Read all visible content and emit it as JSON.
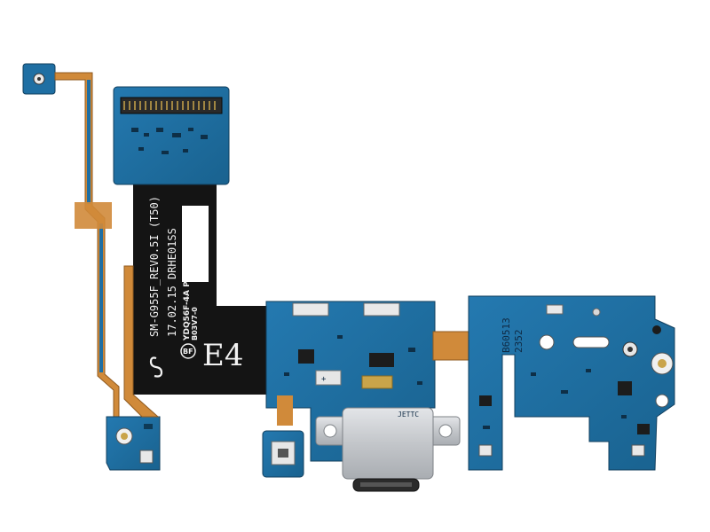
{
  "photo": {
    "subject": "Samsung Galaxy S8+ charging port flex cable board",
    "colors": {
      "background": "#ffffff",
      "pcb": "#1f6fa3",
      "pcb_dark": "#155a86",
      "flex_black": "#141414",
      "flex_copper": "#d08a3a",
      "metal": "#c8cbcf",
      "connector_gold": "#c9a44a",
      "silkscreen": "#f2f2f2"
    },
    "flex_label": {
      "model_rev": "SM-G955F_REV0.5I (T50)",
      "date_code": "17.02.15 DRHE01SS",
      "lot_a": "YDQ56F-4A P",
      "lot_b": "B03V7-0",
      "board_mark": "E4"
    },
    "port_marking": "JETTC",
    "side_board": {
      "code_a": "B60513",
      "code_b": "2352"
    },
    "icons": {
      "brand": "samsung-s-logo-icon",
      "bf_badge": "bf-circle-icon"
    }
  }
}
